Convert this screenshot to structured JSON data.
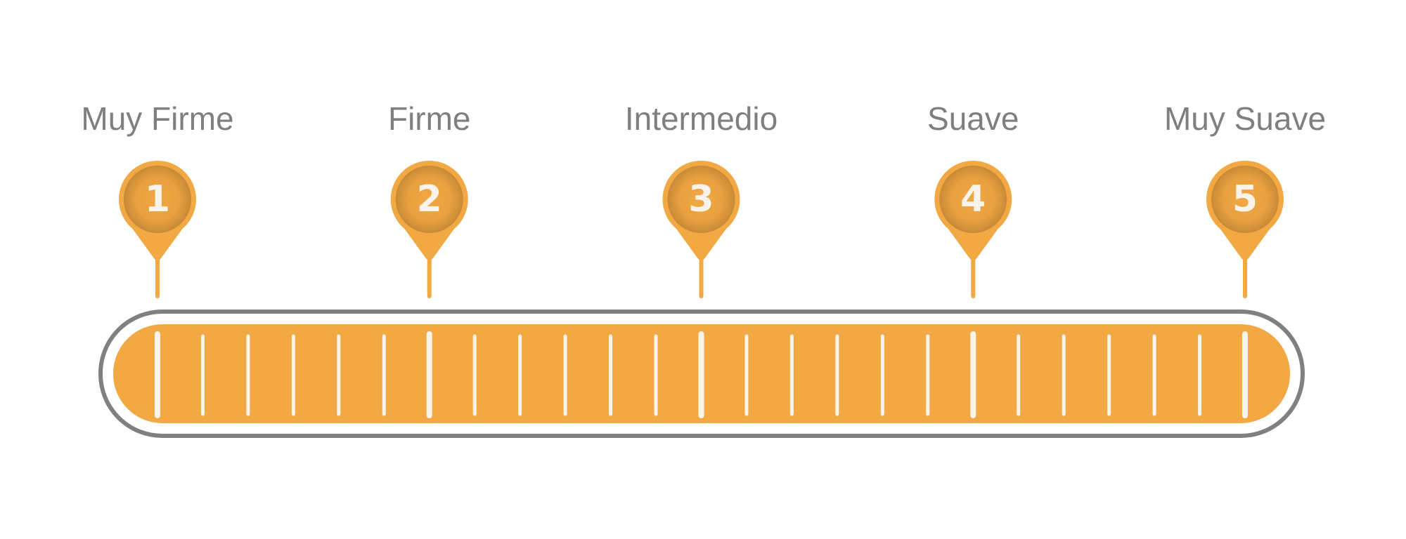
{
  "scale": {
    "levels": [
      {
        "number": "1",
        "label": "Muy Firme"
      },
      {
        "number": "2",
        "label": "Firme"
      },
      {
        "number": "3",
        "label": "Intermedio"
      },
      {
        "number": "4",
        "label": "Suave"
      },
      {
        "number": "5",
        "label": "Muy Suave"
      }
    ],
    "tick_count": 25,
    "major_tick_every": 6
  },
  "colors": {
    "accent": "#f2a843",
    "accent_dark": "#c98a35",
    "outline": "#808080",
    "label": "#7f7f7f",
    "tick": "#f8f4ec"
  }
}
